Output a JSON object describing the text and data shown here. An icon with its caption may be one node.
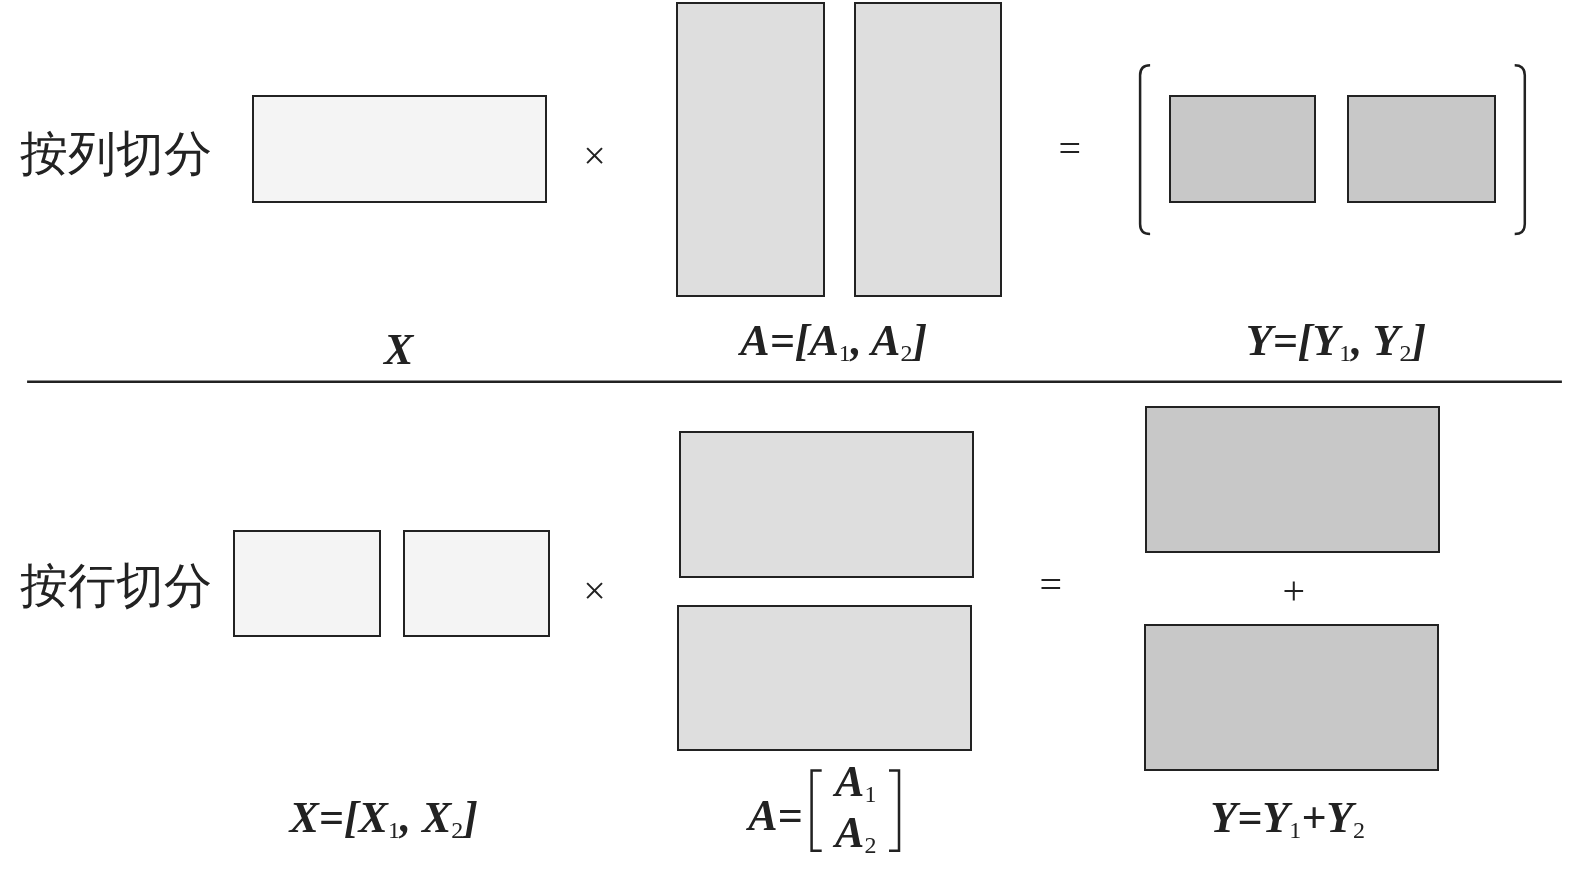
{
  "diagram": {
    "nodes": [
      {
        "text": [],
        "shape": "box"
      },
      {
        "text": [],
        "shape": "box"
      },
      {
        "text": [],
        "shape": "box"
      },
      {
        "text": [],
        "shape": "box"
      },
      {
        "text": [],
        "shape": "box"
      },
      {
        "text": [],
        "shape": "box"
      },
      {
        "text": [],
        "shape": "box"
      },
      {
        "text": [],
        "shape": "box"
      },
      {
        "text": [],
        "shape": "box"
      },
      {
        "text": [],
        "shape": "box"
      },
      {
        "text": [],
        "shape": "box"
      }
    ],
    "labels": [
      "按列切分",
      "×",
      "=",
      "X",
      "A=[A$_{1}$, A$_{2}$]",
      "Y=[Y$_{1}$, Y$_{2}$]",
      "按行切分",
      "×",
      "=",
      "+",
      "X=[X$_{1}$, X$_{2}$]",
      "A=",
      "A$_{1}$",
      "A$_{2}$",
      "Y=Y$_{1}$+Y$_{2}$"
    ]
  }
}
